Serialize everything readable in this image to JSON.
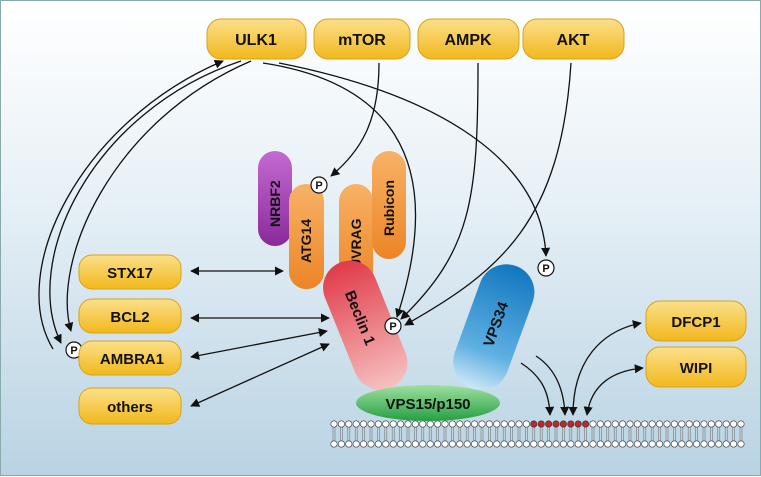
{
  "kinases": {
    "ulk1": "ULK1",
    "mtor": "mTOR",
    "ampk": "AMPK",
    "akt": "AKT"
  },
  "complex": {
    "nrbf2": "NRBF2",
    "atg14": "ATG14",
    "uvrag": "UVRAG",
    "rubicon": "Rubicon",
    "beclin1": "Beclin 1",
    "vps34": "VPS34",
    "vps15": "VPS15/p150"
  },
  "interactors": {
    "stx17": "STX17",
    "bcl2": "BCL2",
    "ambra1": "AMBRA1",
    "others": "others"
  },
  "effectors": {
    "dfcp1": "DFCP1",
    "wipi": "WIPI"
  },
  "phospho": "P",
  "colors": {
    "box": "#f7c63a",
    "nrbf2": "#a23fb0",
    "atg14": "#ef8d2b",
    "uvrag": "#ef8d2b",
    "rubicon": "#ef8d2b",
    "beclin1": "#e8565e",
    "vps34": "#1e86c8",
    "vps15": "#2fa84a",
    "lipid_head": "#ffffff",
    "pi3p_head": "#c0262a"
  }
}
